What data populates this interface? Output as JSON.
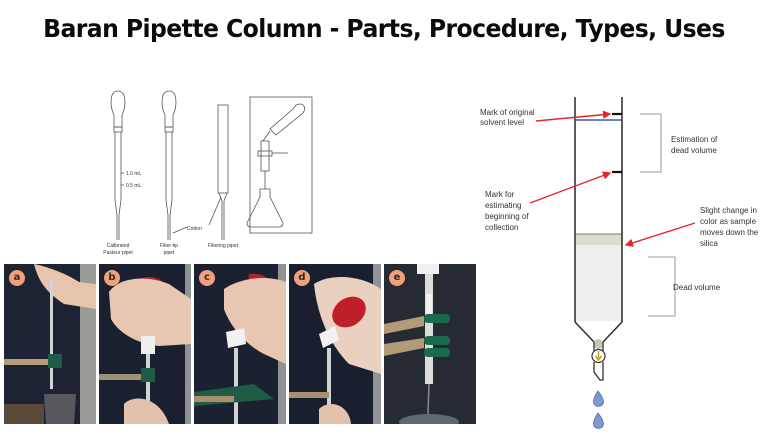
{
  "title": "Baran Pipette Column - Parts, Procedure, Types, Uses",
  "line_drawing": {
    "pipets": [
      {
        "label_line1": "Calibrated",
        "label_line2": "Pasteur pipet",
        "marks": [
          "1.0 mL",
          "0.5 mL"
        ]
      },
      {
        "label_line1": "Filter-tip",
        "label_line2": "pipet"
      },
      {
        "label_line1": "Filtering pipet",
        "label_line2": ""
      }
    ],
    "cotton_label": "Cotton"
  },
  "photo_panels": [
    {
      "badge": "a"
    },
    {
      "badge": "b"
    },
    {
      "badge": "c"
    },
    {
      "badge": "d"
    },
    {
      "badge": "e"
    }
  ],
  "column_diagram": {
    "annotations": {
      "original_solvent": {
        "line1": "Mark of original",
        "line2": "solvent level"
      },
      "beginning_collection": {
        "line1": "Mark for",
        "line2": "estimating",
        "line3": "beginning of",
        "line4": "collection"
      },
      "estimation_dead_volume": {
        "line1": "Estimation of",
        "line2": "dead volume"
      },
      "color_change": {
        "line1": "Slight change in",
        "line2": "color as sample",
        "line3": "moves down the",
        "line4": "silica"
      },
      "dead_volume": "Dead volume"
    },
    "colors": {
      "arrow": "#e8262a",
      "wall": "#333333",
      "solvent_line": "#3b5aa8",
      "silica_band": "#dcdccf",
      "silica": "#efefef",
      "drop": "#7f99cf",
      "stopcock": "#c8a22a"
    }
  }
}
